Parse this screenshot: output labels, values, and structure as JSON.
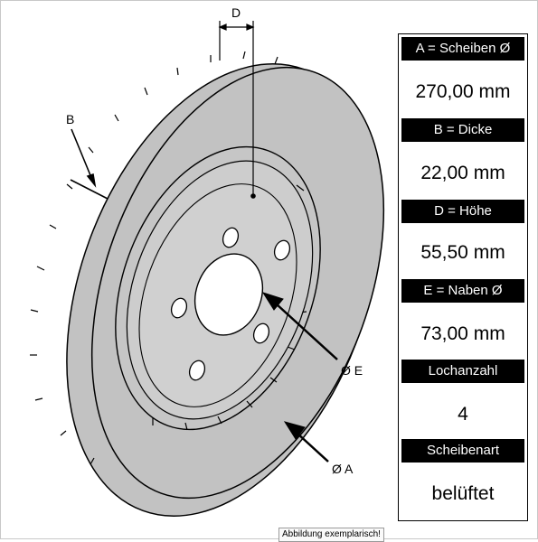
{
  "diagram": {
    "labels": {
      "d": "D",
      "b": "B",
      "e": "Ø E",
      "a": "Ø A"
    }
  },
  "specs": [
    {
      "label": "A = Scheiben Ø",
      "value": "270,00 mm"
    },
    {
      "label": "B = Dicke",
      "value": "22,00 mm"
    },
    {
      "label": "D = Höhe",
      "value": "55,50 mm"
    },
    {
      "label": "E = Naben Ø",
      "value": "73,00 mm"
    },
    {
      "label": "Lochanzahl",
      "value": "4"
    },
    {
      "label": "Scheibenart",
      "value": "belüftet"
    }
  ],
  "footer": {
    "note": "Abbildung exemplarisch!"
  },
  "colors": {
    "disc_gray": "#c2c2c2",
    "outline": "#000000",
    "label_bg": "#000000",
    "label_text": "#ffffff"
  }
}
